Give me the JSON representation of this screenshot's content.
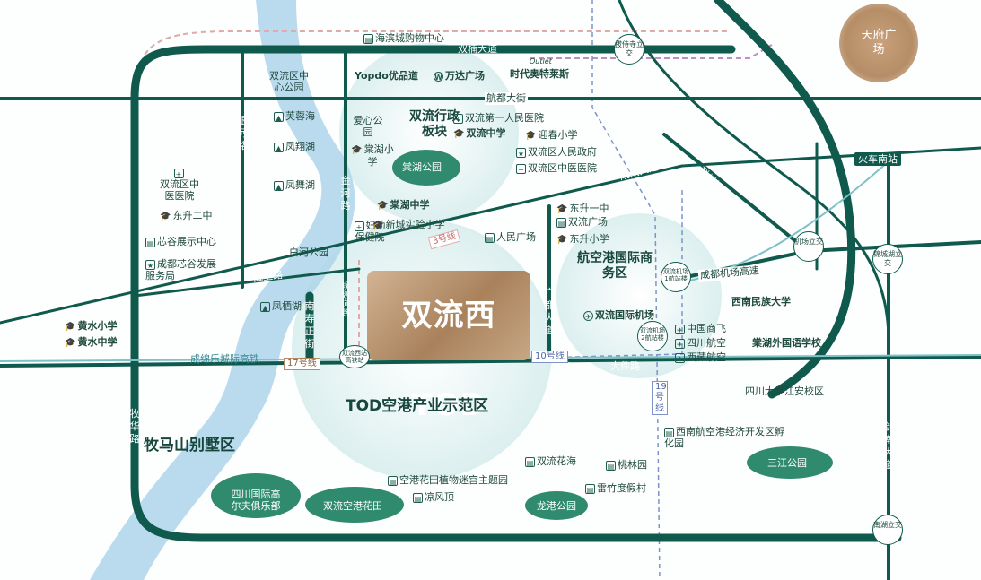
{
  "colors": {
    "road": "#0f5a4d",
    "river": "#8fc3e0",
    "metro3": "#e6a7a7",
    "metro10": "#7d93c9",
    "metro17": "#b68b6a",
    "metro19": "#6c8ccf",
    "gold": "#b38c65",
    "zone": "#e8f4f4"
  },
  "landmark": {
    "label": "天府广场"
  },
  "tod": {
    "label": "双流西TOD"
  },
  "zones": {
    "admin": "双流行政板块",
    "airport_business": "航空港国际商务区",
    "tod_zone": "TOD空港产业示范区",
    "muma": "牧马山别墅区"
  },
  "roads": {
    "shuangnan": "双楠大道",
    "hangdu": "航都大街",
    "chengshuang": "成双大道",
    "chuanda": "川大路",
    "kexue": "科学城西大道",
    "chengdu_airport_expwy": "成都机场高速",
    "yinhe": "银河路",
    "jinhe": "金河路",
    "zangwei": "藏卫路",
    "nanshouzheng": "南寿正街",
    "guihua": "规划道路",
    "guangdu": "广都大道",
    "dajian": "大件路",
    "muhua": "牧华路",
    "jiannan": "剑南大道",
    "chengmian": "成绵乐城际高铁"
  },
  "metro": {
    "line3": "3号线",
    "line10": "10号线",
    "line17": "17号线",
    "line19": "19号线"
  },
  "stations": {
    "huochenanzhan": "火车南站",
    "shuangliu_west_hsr": "双流西站高铁站",
    "airport_t1": "双流机场1航站楼",
    "airport_t2": "双流机场2航站楼"
  },
  "interchanges": {
    "baoshansi": "拔侍寺立交",
    "airport": "机场立交",
    "jinchenghu": "锦城湖立交",
    "nanhu": "南湖立交"
  },
  "parks": {
    "shuangliu_central": "双流区中心公园",
    "tanghu": "棠湖公园",
    "baihe": "白河公园",
    "sanjiang": "三江公园",
    "shuangliu_konggang": "双流空港花田",
    "longgang": "龙港公园",
    "golf": "四川国际高尔夫俱乐部"
  },
  "lakes": {
    "furong": "芙蓉海",
    "fengxiang": "凤翔湖",
    "fengwu": "凤舞湖",
    "fengqi": "凤栖湖"
  },
  "commerce": {
    "haibin": "海滨城购物中心",
    "yopdo": "Yopdo优品道",
    "wanda": "万达广场",
    "outlet": "时代奥特莱斯",
    "outlet_tag": "Outlet",
    "shuangliu_plaza": "双流广场",
    "renmin_plaza": "人民广场"
  },
  "pois": {
    "aixin_park": "爱心公园",
    "hospital_first": "双流第一人民医院",
    "gov": "双流区人民政府",
    "tcm_hospital": "双流区中医医院",
    "tcm_hospital_left": "双流区中医医院",
    "maternal": "妇幼保健院",
    "xinpian": "芯谷展示中心",
    "xinpian_service": "成都芯谷发展服务局",
    "airport": "双流国际机场",
    "comac": "中国商飞",
    "sichuan_air": "四川航空",
    "tibet_air": "西藏航空",
    "xinan_dev": "西南航空港经济开发区孵化园",
    "huahai": "双流花海",
    "taolin": "桃林园",
    "leizhu": "雷竹度假村",
    "migong": "空港花田植物迷宫主题园",
    "liangfeng": "凉风顶"
  },
  "schools": {
    "shuangliu_middle": "双流中学",
    "tanghu_primary": "棠湖小学",
    "yingchun": "迎春小学",
    "tanghu_middle": "棠湖中学",
    "xincheng": "新城实验小学",
    "dongsheng_one": "东升一中",
    "dongsheng_primary": "东升小学",
    "dongsheng_two": "东升二中",
    "huangshui_primary": "黄水小学",
    "huangshui_middle": "黄水中学",
    "xinan_minzu": "西南民族大学",
    "tanghu_foreign": "棠湖外国语学校",
    "scu_jiangan": "四川大学江安校区"
  }
}
